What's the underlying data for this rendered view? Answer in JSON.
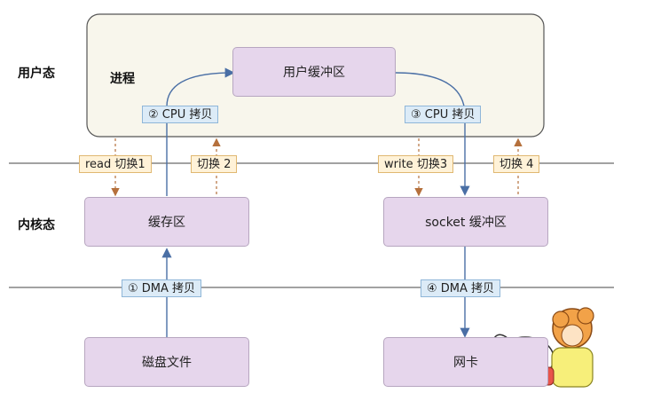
{
  "labels": {
    "user_mode": "用户态",
    "kernel_mode": "内核态",
    "process": "进程"
  },
  "boxes": {
    "user_buffer": "用户缓冲区",
    "cache": "缓存区",
    "socket_buffer": "socket 缓冲区",
    "disk_file": "磁盘文件",
    "nic": "网卡"
  },
  "copies": {
    "cpu_copy_2": "② CPU 拷贝",
    "cpu_copy_3": "③ CPU 拷贝",
    "dma_copy_1": "① DMA 拷贝",
    "dma_copy_4": "④ DMA 拷贝"
  },
  "switches": {
    "read_switch_1": "read 切换1",
    "switch_2": "切换 2",
    "write_switch_3": "write 切换3",
    "switch_4": "切换 4"
  },
  "colors": {
    "process_bg": "#f8f6ec",
    "box_bg": "#e6d6ec",
    "blue_arrow": "#4a6fa5",
    "orange_dashed": "#b5703c",
    "copy_tag_bg": "#dcebf7",
    "switch_tag_bg": "#fff2d8"
  },
  "icons": {
    "mascot": "cartoon-characters-icon"
  }
}
